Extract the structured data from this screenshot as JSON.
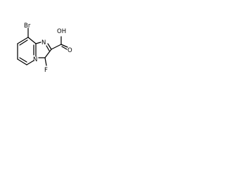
{
  "molecule": {
    "atoms": {
      "br": "Br",
      "n_imidazole": "N",
      "n_bridge": "N",
      "oh": "OH",
      "o_carbonyl": "O",
      "f": "F"
    }
  }
}
